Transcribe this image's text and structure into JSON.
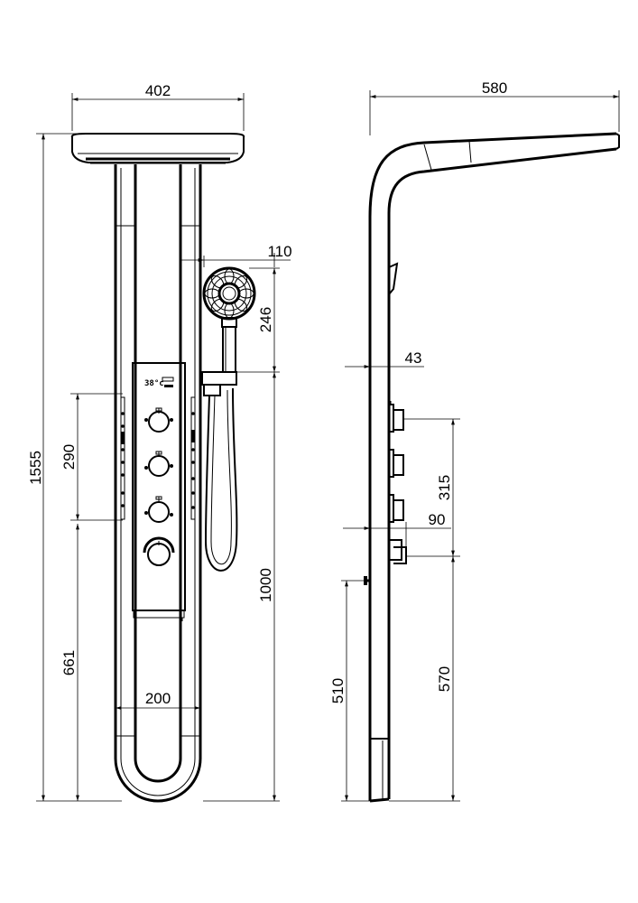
{
  "dimensions": {
    "head_width": "402",
    "total_height": "1555",
    "handshower_diameter": "110",
    "handshower_length": "246",
    "body_jets_span": "290",
    "panel_width": "200",
    "jets_to_floor": "661",
    "holder_to_floor": "1000",
    "side_projection": "580",
    "panel_depth": "43",
    "valve_span": "315",
    "spout_depth": "90",
    "inlet_height": "510",
    "spout_height": "570"
  },
  "display": {
    "temperature": "38°c"
  }
}
